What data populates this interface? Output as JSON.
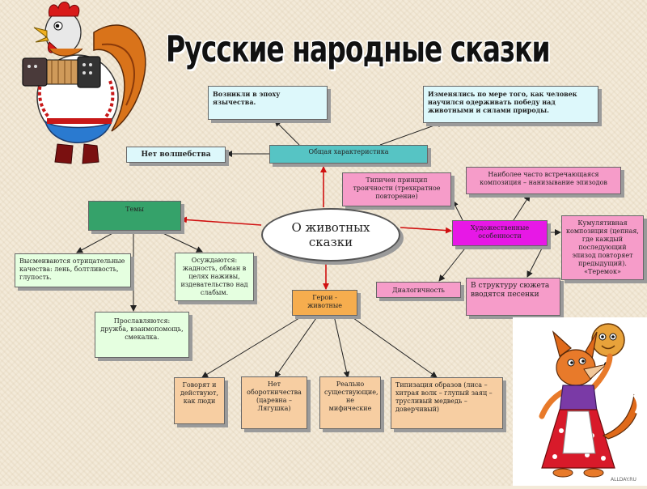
{
  "page": {
    "title": "Русские народные сказки"
  },
  "diagram": {
    "center": "О животных сказки",
    "boxes": {
      "era": "Возникли в эпоху язычества.",
      "change": "Изменялись по мере того, как человек научился одерживать победу над животными и силами природы.",
      "no_magic": "Нет волшебства",
      "general": "Общая характеристика",
      "triplicity": "Типичен принцип троичности (трехкратное повторение)",
      "chain": "Наиболее часто встречающаяся композиция – нанизывание эпизодов",
      "themes": "Темы",
      "art": "Художественные особенности",
      "cumulative": "Кумулятивная композиция (цепная, где каждый последующий эпизод повторяет предыдущий). «Теремок»",
      "ridicule": "Высмеиваются отрицательные качества: лень, болтливость, глупость.",
      "condemn": "Осуждаются: жадность, обман в целях наживы, издевательство над слабым.",
      "dialog": "Диалогичность",
      "songs": "В структуру сюжета вводятся песенки",
      "heroes": "Герои - животные",
      "glorify": "Прославляются: дружба, взаимопомощь, смекалка.",
      "talk": "Говорят и действуют, как люди",
      "no_were": "Нет оборотничества (царевна – Лягушка)",
      "real": "Реально существующие, не мифические",
      "typing": "Типизация образов (лиса – хитрая волк – глупый заяц – трусливый медведь – доверчивый)"
    }
  },
  "watermark": "ALLDAY.RU",
  "colors": {
    "cyan": "#ddf8fb",
    "teal": "#56c4c4",
    "green": "#35a26a",
    "light_green": "#e5ffe0",
    "pink": "#f69cc9",
    "magenta": "#e718e6",
    "orange": "#f6ad4e",
    "peach": "#f7cea2",
    "arrow_red": "#d01010",
    "arrow_dark": "#222222"
  },
  "icons": [
    "rooster-illustration",
    "fox-illustration"
  ]
}
